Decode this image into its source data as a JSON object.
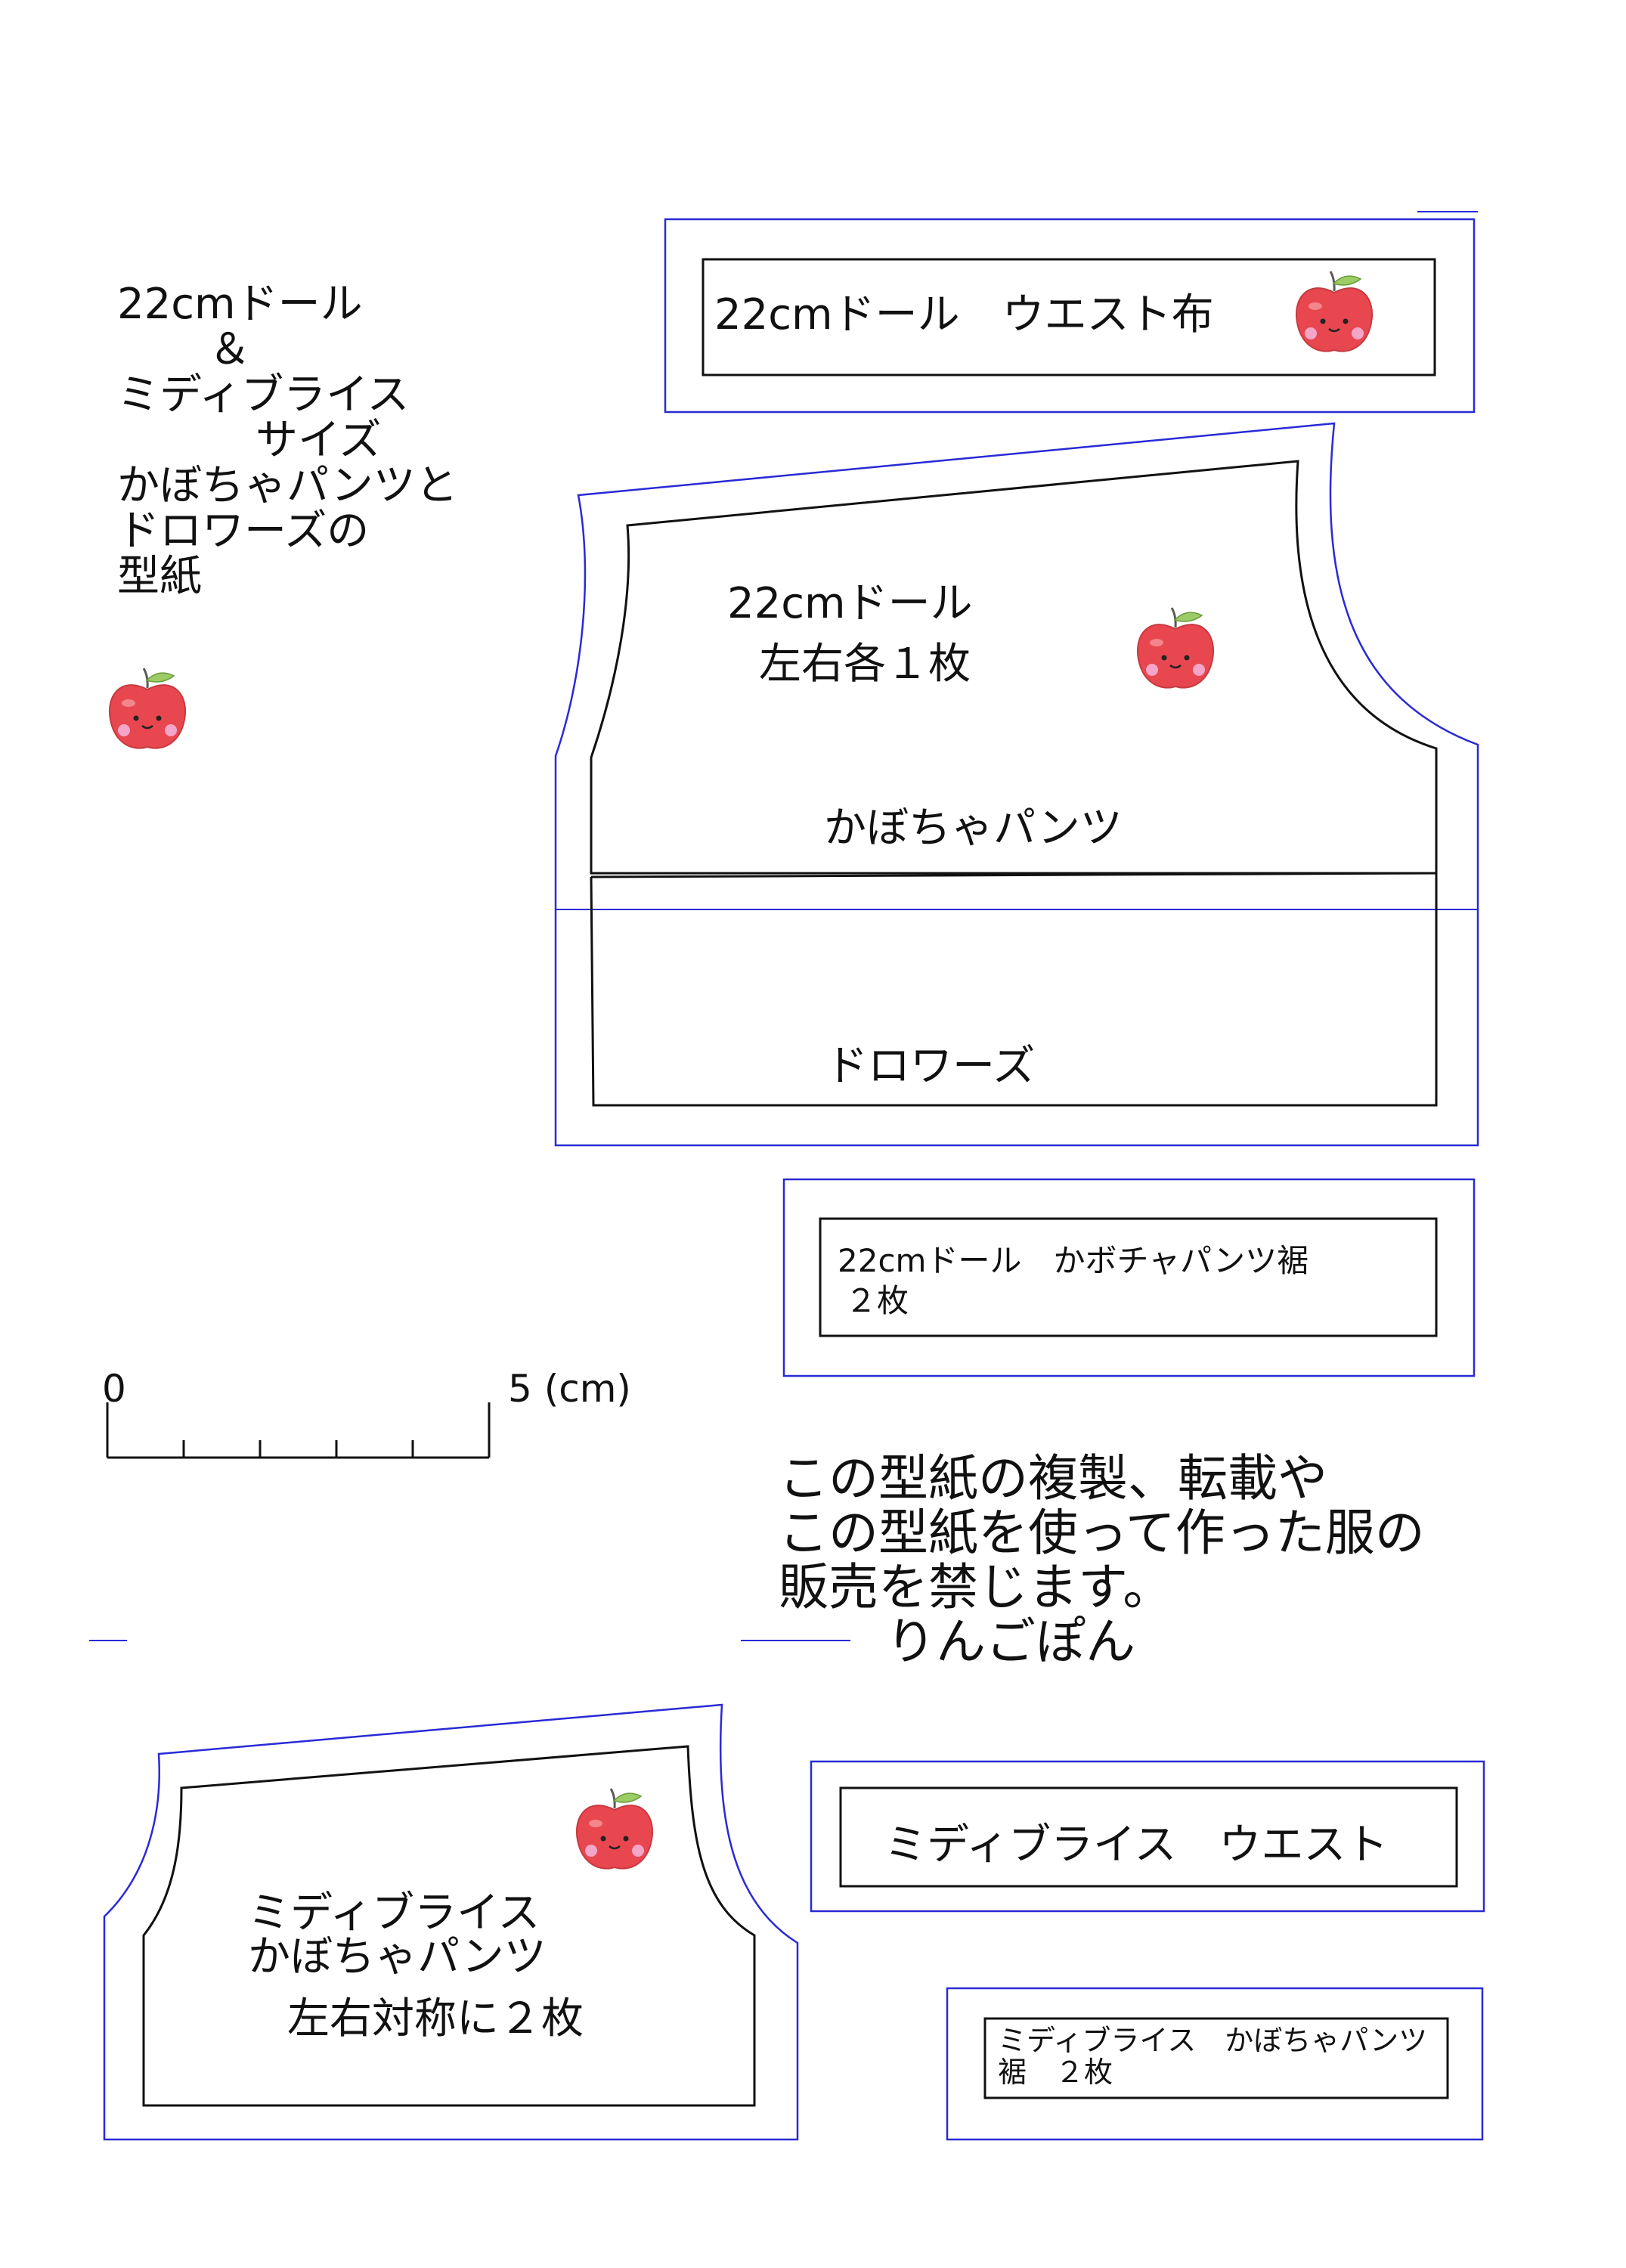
{
  "title": {
    "lines": [
      "22cmドール",
      "＆",
      "ミディブライス",
      "サイズ",
      "かぼちゃパンツと",
      "ドロワーズの",
      "型紙"
    ]
  },
  "pieces": {
    "waist_22cm": {
      "label": "22cmドール　ウエスト布"
    },
    "pants_22cm": {
      "line1": "22cmドール",
      "line2": "左右各１枚",
      "pumpkin_label": "かぼちゃパンツ",
      "drawers_label": "ドロワーズ"
    },
    "hem_22cm": {
      "line1": "22cmドール　かボチャパンツ裾",
      "line2": "２枚"
    },
    "pants_midi": {
      "line1": "ミディブライス",
      "line2": "かぼちゃパンツ",
      "line3": "左右対称に２枚"
    },
    "waist_midi": {
      "label": "ミディブライス　ウエスト"
    },
    "hem_midi": {
      "line1": "ミディブライス　かぼちゃパンツ",
      "line2": "裾　２枚"
    }
  },
  "scale": {
    "start": "0",
    "end": "5 (cm)"
  },
  "notice": {
    "lines": [
      "この型紙の複製、転載や",
      "この型紙を使って作った服の",
      "販売を禁じます。"
    ],
    "author": "りんごぽん"
  },
  "icons": {
    "apple": "apple-icon"
  },
  "colors": {
    "cut_line": "#2a2ad6",
    "sew_line": "#111111",
    "apple": "#e8474f",
    "leaf": "#9ccc65"
  }
}
